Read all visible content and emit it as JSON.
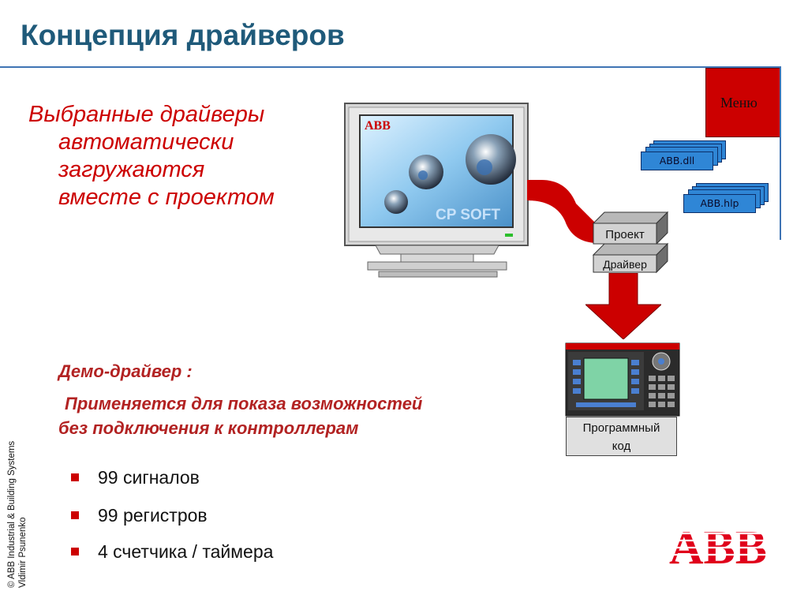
{
  "title": "Концепция драйверов",
  "intro_lines": [
    "Выбранные драйверы",
    "автоматически",
    "загружаются",
    "вместе с проектом"
  ],
  "menu_label": "Меню",
  "dll_label": "ABB.dll",
  "hlp_label": "ABB.hlp",
  "project_label": "Проект",
  "driver_label": "Драйвер",
  "monitor": {
    "logo": "ABB",
    "product": "CP SOFT"
  },
  "code_box_lines": [
    "Программный",
    "код"
  ],
  "demo": {
    "heading": "Демо-драйвер :",
    "lines": [
      "Применяется для показа возможностей",
      "без подключения к контроллерам"
    ]
  },
  "bullets": [
    "99 сигналов",
    "99 регистров",
    "4 счетчика / таймера"
  ],
  "side_note": [
    "© ABB Industrial & Building Systems",
    "Vldimir Psunenko"
  ],
  "logo_text": "ABB",
  "colors": {
    "title": "#1f5a7a",
    "accent_red": "#cc0000",
    "rule_blue": "#3f74b4",
    "doc_blue": "#2f86d6"
  },
  "icons": [
    "crt-monitor-icon",
    "document-stack-icon",
    "down-arrow-icon",
    "plc-panel-icon",
    "abb-logo"
  ]
}
